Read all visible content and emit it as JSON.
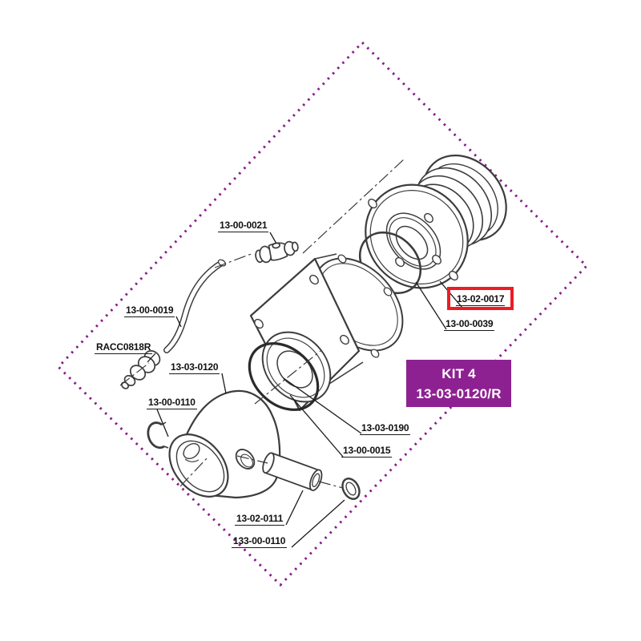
{
  "diagram": {
    "title": "exploded-parts-diagram",
    "parts": [
      {
        "label": "13-00-0021",
        "highlighted": false
      },
      {
        "label": "13-00-0019",
        "highlighted": false
      },
      {
        "label": "RACC0818R",
        "highlighted": false
      },
      {
        "label": "13-03-0120",
        "highlighted": false
      },
      {
        "label": "13-00-0110",
        "highlighted": false
      },
      {
        "label": "13-02-0017",
        "highlighted": true
      },
      {
        "label": "13-00-0039",
        "highlighted": false
      },
      {
        "label": "13-03-0190",
        "highlighted": false
      },
      {
        "label": "13-00-0015",
        "highlighted": false
      },
      {
        "label": "13-02-0111",
        "highlighted": false
      },
      {
        "label": "133-00-0110",
        "highlighted": false
      }
    ],
    "kit_badge": {
      "line1": "KIT 4",
      "line2": "13-03-0120/R"
    },
    "colors": {
      "boundary_dash": "#8a1a8c",
      "kit_background": "#8e2191",
      "kit_text": "#ffffff",
      "highlight_border": "#ed1c24",
      "line_art": "#3c3c3c",
      "label_text": "#111111"
    }
  }
}
